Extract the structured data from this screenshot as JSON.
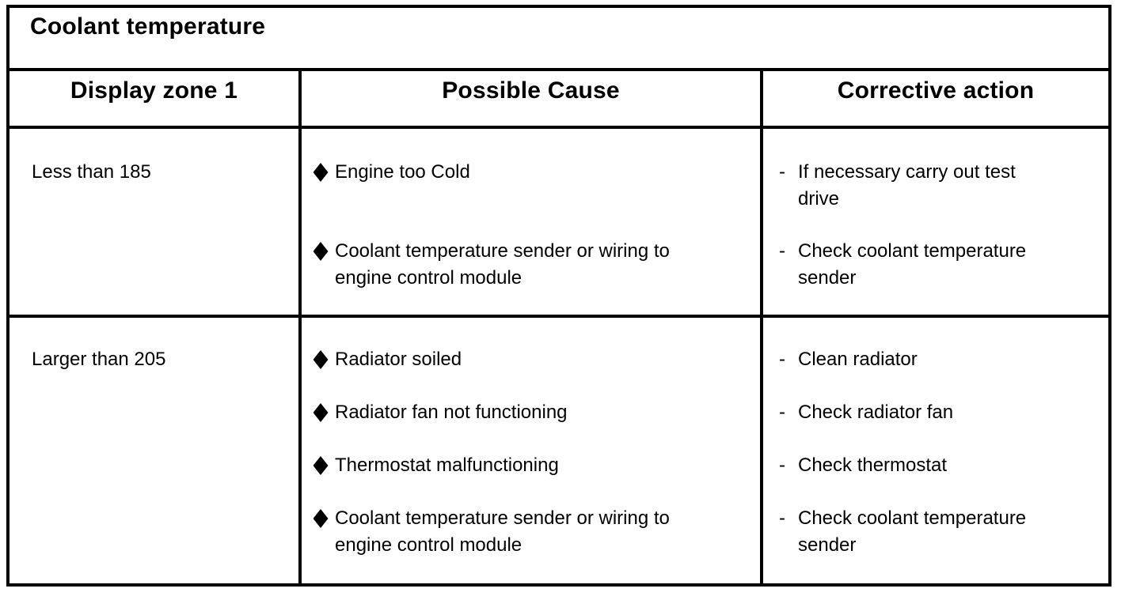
{
  "table": {
    "title": "Coolant temperature",
    "headers": [
      "Display zone 1",
      "Possible Cause",
      "Corrective action"
    ],
    "cause_bullet_icon": "diamond-bullet",
    "action_marker": "-",
    "rows": [
      {
        "display_zone": "Less than 185",
        "causes": [
          "Engine too Cold",
          "Coolant temperature sender or wiring to\nengine control module"
        ],
        "actions": [
          "If necessary carry out test\ndrive",
          "Check coolant temperature\nsender"
        ]
      },
      {
        "display_zone": "Larger than 205",
        "causes": [
          "Radiator soiled",
          "Radiator fan not functioning",
          "Thermostat malfunctioning",
          "Coolant temperature sender or wiring to\nengine control module"
        ],
        "actions": [
          "Clean radiator",
          "Check radiator fan",
          "Check thermostat",
          "Check coolant temperature\nsender"
        ]
      }
    ]
  }
}
